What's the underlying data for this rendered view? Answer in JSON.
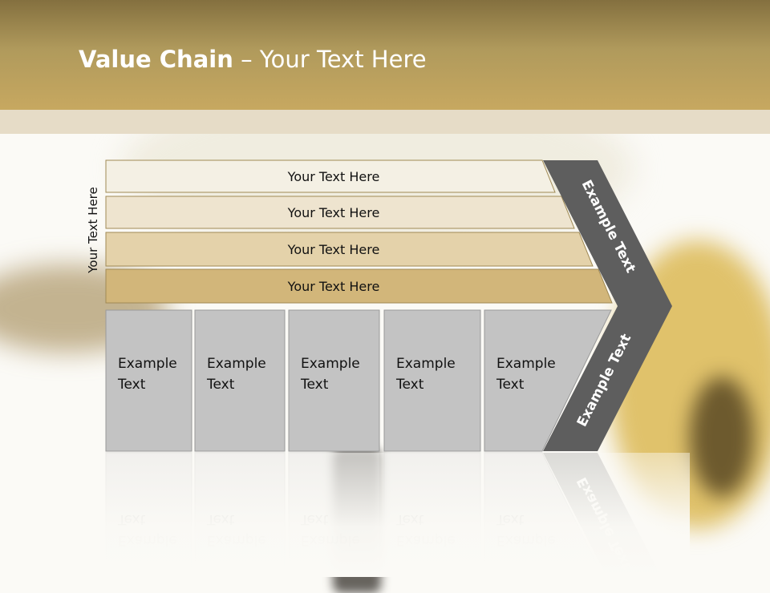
{
  "title": {
    "bold": "Value Chain",
    "rest": " – Your Text Here"
  },
  "side_label": "Your Text Here",
  "support_rows": [
    {
      "label": "Your Text Here",
      "fill": "#f4f0e4"
    },
    {
      "label": "Your Text Here",
      "fill": "#eee4cf"
    },
    {
      "label": "Your Text Here",
      "fill": "#e4d2aa"
    },
    {
      "label": "Your Text Here",
      "fill": "#d2b67a"
    }
  ],
  "primary_activities": [
    {
      "line1": "Example",
      "line2": "Text"
    },
    {
      "line1": "Example",
      "line2": "Text"
    },
    {
      "line1": "Example",
      "line2": "Text"
    },
    {
      "line1": "Example",
      "line2": "Text"
    },
    {
      "line1": "Example",
      "line2": "Text"
    }
  ],
  "chevron": {
    "upper": "Example Text",
    "lower": "Example Text"
  },
  "colors": {
    "header": "#b09a5c",
    "box_fill": "#c3c3c3",
    "chevron_fill": "#5e5e5e",
    "text": "#111111",
    "white": "#ffffff"
  }
}
